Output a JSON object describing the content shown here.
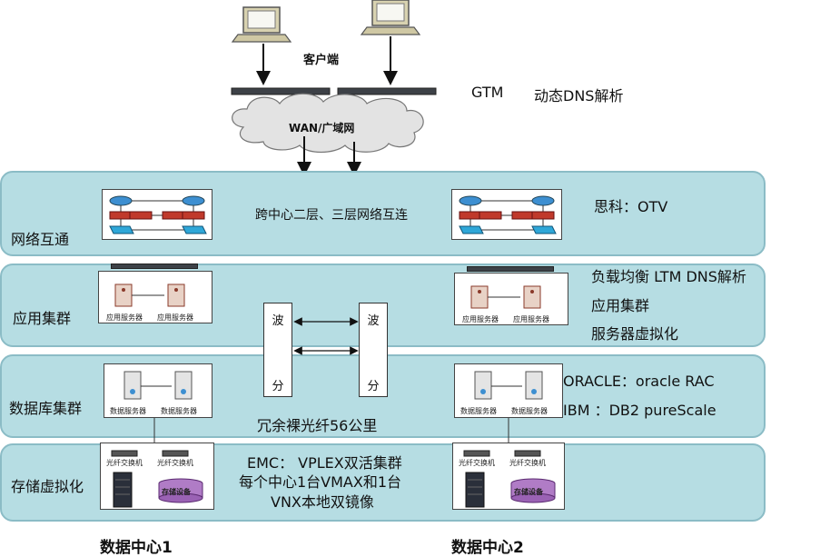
{
  "top": {
    "client_label": "客户端",
    "gtm_label": "GTM",
    "dns_label": "动态DNS解析",
    "wan_label": "WAN/广域网"
  },
  "layers": {
    "network": {
      "label": "网络互通",
      "center_text": "跨中心二层、三层网络互连",
      "note": "思科：OTV"
    },
    "app": {
      "label": "应用集群",
      "server_caption": "应用服务器",
      "notes": [
        "负载均衡 LTM DNS解析",
        "应用集群",
        "服务器虚拟化"
      ]
    },
    "db": {
      "label": "数据库集群",
      "server_caption": "数据服务器",
      "notes": [
        "ORACLE：oracle   RAC",
        "IBM  ：DB2 pureScale"
      ],
      "fiber_text": "冗余裸光纤56公里"
    },
    "storage": {
      "label": "存储虚拟化",
      "switch_caption": "光纤交换机",
      "storage_caption": "存储设备",
      "center_lines": [
        "EMC： VPLEX双活集群",
        "每个中心1台VMAX和1台",
        "VNX本地双镜像"
      ]
    }
  },
  "wave": {
    "top_char": "波",
    "bottom_char": "分"
  },
  "footer": {
    "dc1": "数据中心1",
    "dc2": "数据中心2"
  },
  "colors": {
    "band_fill": "#b6dde3",
    "band_border": "#8bbcc6",
    "router_blue": "#3d8fd1",
    "firewall_red": "#c0392b",
    "switch_cyan": "#2fa7d8"
  }
}
